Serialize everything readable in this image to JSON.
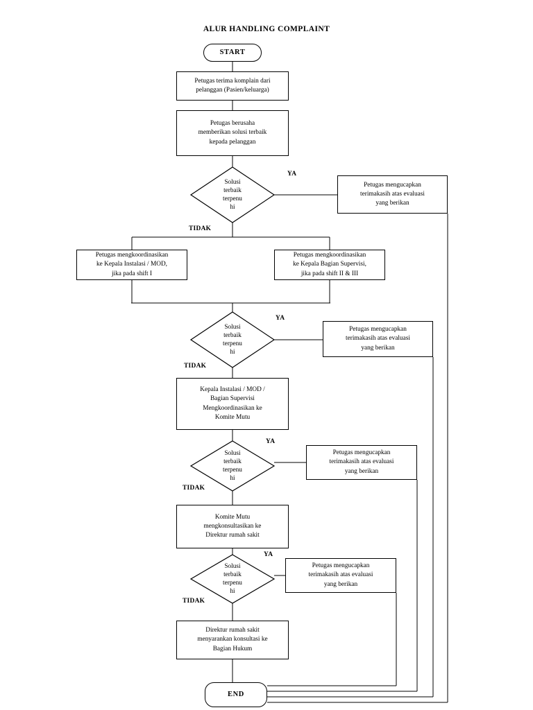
{
  "diagram": {
    "title": "ALUR HANDLING COMPLAINT",
    "type": "flowchart",
    "orientation": "top-to-bottom",
    "start_label": "START",
    "end_label": "END",
    "yes_label": "YA",
    "no_label": "TIDAK",
    "nodes": {
      "start": "START",
      "receive": "Petugas terima komplain dari pelanggan (Pasien/keluarga)",
      "effort": "Petugas berusaha memberikan solusi terbaik kepada pelanggan",
      "decision1": "Solusi terbaik terpenu hi",
      "thanks1": "Petugas mengucapkan terimakasih atas evaluasi yang berikan",
      "coord_left": "Petugas mengkoordinasikan ke Kepala Instalasi / MOD, jika pada shift I",
      "coord_right": "Petugas mengkoordinasikan ke Kepala Bagian Supervisi, jika pada shift II & III",
      "decision2": "Solusi terbaik terpenu hi",
      "thanks2": "Petugas mengucapkan terimakasih atas evaluasi yang berikan",
      "komite": "Kepala Instalasi / MOD / Bagian Supervisi Mengkoordinasikan ke Komite Mutu",
      "decision3": "Solusi terbaik terpenu hi",
      "thanks3": "Petugas mengucapkan terimakasih atas evaluasi yang berikan",
      "direktur": "Komite Mutu mengkonsultasikan ke Direktur rumah sakit",
      "decision4": "Solusi terbaik terpenu hi",
      "thanks4": "Petugas mengucapkan terimakasih atas evaluasi yang berikan",
      "hukum": "Direktur rumah sakit menyarankan konsultasi ke Bagian Hukum",
      "end": "END"
    },
    "node_lines": {
      "receive": [
        "Petugas terima komplain dari",
        "pelanggan (Pasien/keluarga)"
      ],
      "effort": [
        "Petugas berusaha",
        "memberikan solusi terbaik",
        "kepada pelanggan"
      ],
      "decision": [
        "Solusi",
        "terbaik",
        "terpenu",
        "hi"
      ],
      "thanks": [
        "Petugas mengucapkan",
        "terimakasih atas evaluasi",
        "yang berikan"
      ],
      "coord_left": [
        "Petugas mengkoordinasikan",
        "ke Kepala Instalasi / MOD,",
        "jika pada shift I"
      ],
      "coord_right": [
        "Petugas mengkoordinasikan",
        "ke Kepala Bagian Supervisi,",
        "jika pada shift II & III"
      ],
      "komite": [
        "Kepala Instalasi / MOD /",
        "Bagian Supervisi",
        "Mengkoordinasikan ke",
        "Komite Mutu"
      ],
      "direktur": [
        "Komite Mutu",
        "mengkonsultasikan ke",
        "Direktur rumah sakit"
      ],
      "hukum": [
        "Direktur rumah sakit",
        "menyarankan konsultasi ke",
        "Bagian Hukum"
      ]
    },
    "colors": {
      "stroke": "#000000",
      "fill": "#ffffff",
      "text": "#000000"
    }
  }
}
